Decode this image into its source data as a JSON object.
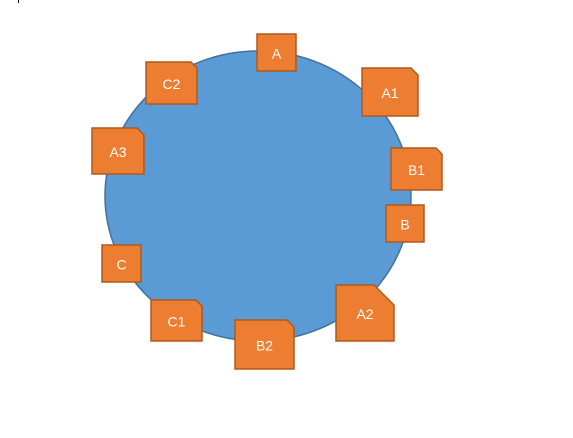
{
  "diagram": {
    "ring": {
      "fill": "#5b9bd5",
      "stroke": "#41719c"
    },
    "node_style": {
      "fill": "#ed7d31",
      "stroke": "#ae5a21",
      "text_color": "#ffffff"
    },
    "nodes": [
      {
        "id": "A",
        "label": "A",
        "shape": "square"
      },
      {
        "id": "A1",
        "label": "A1",
        "shape": "folded"
      },
      {
        "id": "B1",
        "label": "B1",
        "shape": "folded"
      },
      {
        "id": "B",
        "label": "B",
        "shape": "square"
      },
      {
        "id": "A2",
        "label": "A2",
        "shape": "folded-large"
      },
      {
        "id": "B2",
        "label": "B2",
        "shape": "folded"
      },
      {
        "id": "C1",
        "label": "C1",
        "shape": "folded"
      },
      {
        "id": "C",
        "label": "C",
        "shape": "square"
      },
      {
        "id": "A3",
        "label": "A3",
        "shape": "folded"
      },
      {
        "id": "C2",
        "label": "C2",
        "shape": "folded"
      }
    ]
  }
}
